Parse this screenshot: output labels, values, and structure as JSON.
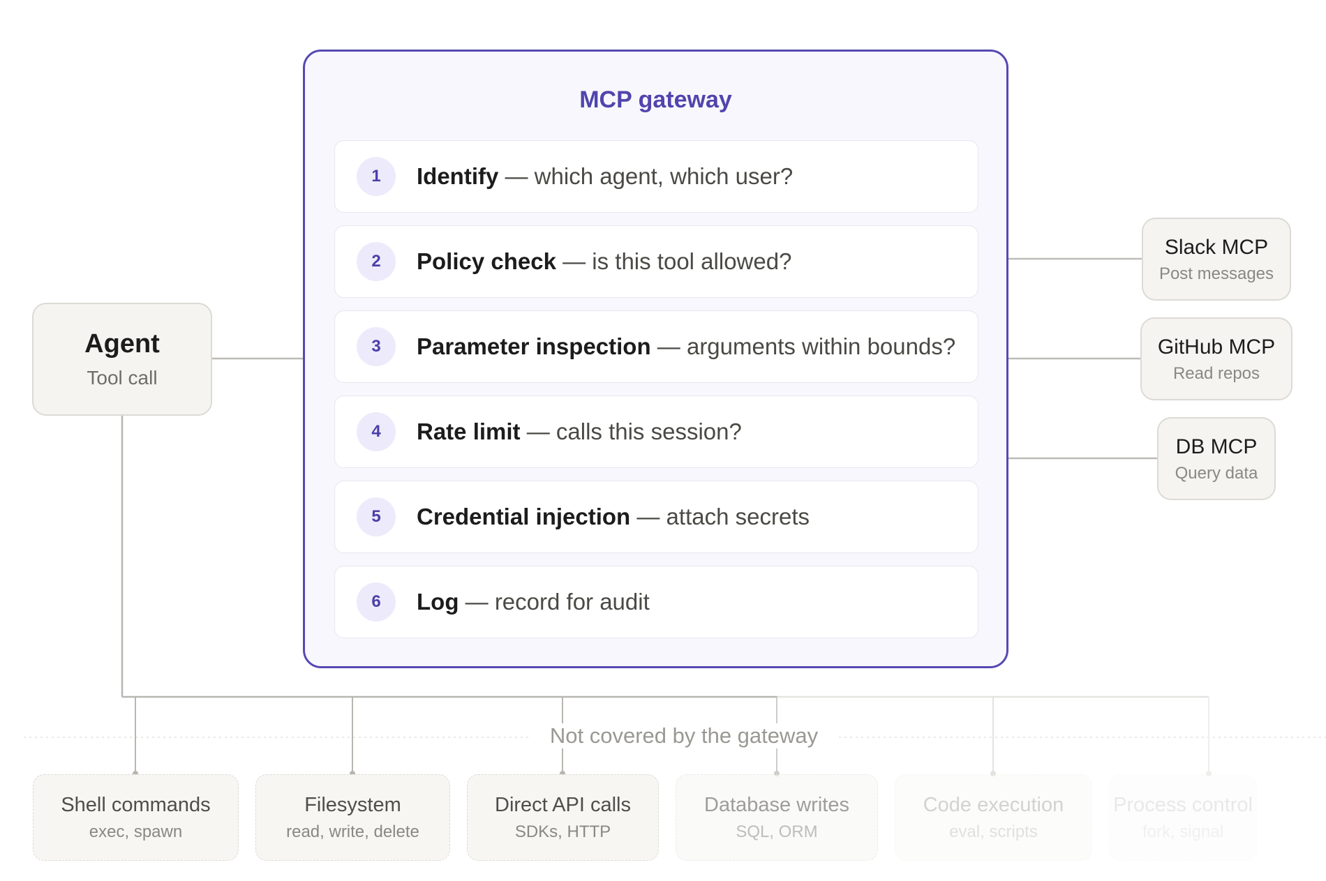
{
  "agent": {
    "title": "Agent",
    "subtitle": "Tool call"
  },
  "gateway": {
    "title": "MCP gateway",
    "steps": [
      {
        "num": "1",
        "name": "Identify",
        "desc": " — which agent, which user?"
      },
      {
        "num": "2",
        "name": "Policy check",
        "desc": " — is this tool allowed?"
      },
      {
        "num": "3",
        "name": "Parameter inspection",
        "desc": " — arguments within bounds?"
      },
      {
        "num": "4",
        "name": "Rate limit",
        "desc": " — calls this session?"
      },
      {
        "num": "5",
        "name": "Credential injection",
        "desc": " — attach secrets"
      },
      {
        "num": "6",
        "name": "Log",
        "desc": " — record for audit"
      }
    ]
  },
  "servers": [
    {
      "title": "Slack MCP",
      "subtitle": "Post messages"
    },
    {
      "title": "GitHub MCP",
      "subtitle": "Read repos"
    },
    {
      "title": "DB MCP",
      "subtitle": "Query data"
    }
  ],
  "not_covered": {
    "label": "Not covered by the gateway",
    "items": [
      {
        "title": "Shell commands",
        "subtitle": "exec, spawn"
      },
      {
        "title": "Filesystem",
        "subtitle": "read, write, delete"
      },
      {
        "title": "Direct API calls",
        "subtitle": "SDKs, HTTP"
      },
      {
        "title": "Database writes",
        "subtitle": "SQL, ORM"
      },
      {
        "title": "Code execution",
        "subtitle": "eval, scripts"
      },
      {
        "title": "Process control",
        "subtitle": "fork, signal"
      }
    ]
  },
  "colors": {
    "gateway_border": "#5548b3",
    "gateway_title": "#5044ad",
    "gateway_fill": "#f8f7fd",
    "step_badge_fill": "#edeafb",
    "connector": "#b8b6b1",
    "node_fill": "#f5f4f1"
  }
}
